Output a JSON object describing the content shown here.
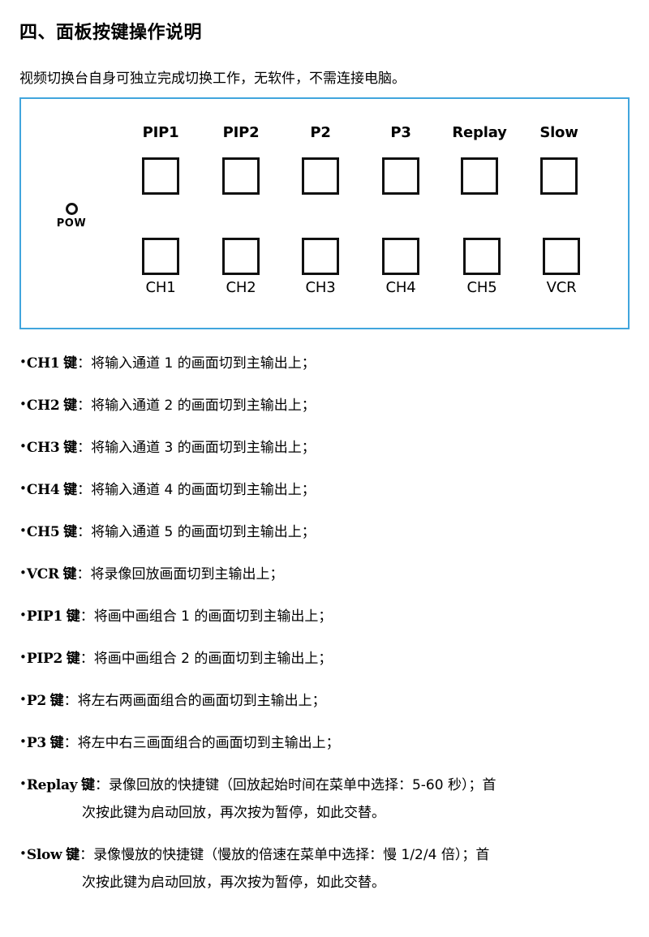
{
  "heading": "四、面板按键操作说明",
  "intro": "视频切换台自身可独立完成切换工作，无软件，不需连接电脑。",
  "panel": {
    "border_color": "#41a5dd",
    "power_indicator": {
      "icon": "power-led-circle",
      "label": "POW"
    },
    "top_row_labels": [
      "PIP1",
      "PIP2",
      "P2",
      "P3",
      "Replay",
      "Slow"
    ],
    "bottom_row_labels": [
      "CH1",
      "CH2",
      "CH3",
      "CH4",
      "CH5",
      "VCR"
    ]
  },
  "bullets": [
    {
      "bullet": "•",
      "key": "CH1",
      "key_word": "键",
      "colon": "：",
      "desc": "将输入通道 1 的画面切到主输出上；",
      "cont": ""
    },
    {
      "bullet": "•",
      "key": "CH2",
      "key_word": "键",
      "colon": "：",
      "desc": "将输入通道 2 的画面切到主输出上；",
      "cont": ""
    },
    {
      "bullet": "•",
      "key": "CH3",
      "key_word": "键",
      "colon": "：",
      "desc": "将输入通道 3 的画面切到主输出上；",
      "cont": ""
    },
    {
      "bullet": "•",
      "key": "CH4",
      "key_word": "键",
      "colon": "：",
      "desc": "将输入通道 4 的画面切到主输出上；",
      "cont": ""
    },
    {
      "bullet": "•",
      "key": "CH5",
      "key_word": "键",
      "colon": "：",
      "desc": "将输入通道 5 的画面切到主输出上；",
      "cont": ""
    },
    {
      "bullet": "•",
      "key": "VCR",
      "key_word": "键",
      "colon": "：",
      "desc": "将录像回放画面切到主输出上；",
      "cont": ""
    },
    {
      "bullet": "•",
      "key": "PIP1",
      "key_word": "键",
      "colon": "：",
      "desc": "将画中画组合 1 的画面切到主输出上；",
      "cont": ""
    },
    {
      "bullet": "•",
      "key": "PIP2",
      "key_word": "键",
      "colon": "：",
      "desc": "将画中画组合 2 的画面切到主输出上；",
      "cont": ""
    },
    {
      "bullet": "•",
      "key": "P2",
      "key_word": "键",
      "colon": "：",
      "desc": "将左右两画面组合的画面切到主输出上；",
      "cont": ""
    },
    {
      "bullet": "•",
      "key": "P3",
      "key_word": "键",
      "colon": "：",
      "desc": "将左中右三画面组合的画面切到主输出上；",
      "cont": ""
    },
    {
      "bullet": "•",
      "key": "Replay",
      "key_word": "键",
      "colon": "：",
      "desc": "录像回放的快捷键（回放起始时间在菜单中选择：5-60 秒）；首",
      "cont": "次按此键为启动回放，再次按为暂停，如此交替。"
    },
    {
      "bullet": "•",
      "key": "Slow",
      "key_word": "键",
      "colon": "：",
      "desc": "录像慢放的快捷键（慢放的倍速在菜单中选择：慢 1/2/4 倍）；首",
      "cont": "次按此键为启动回放，再次按为暂停，如此交替。"
    }
  ]
}
